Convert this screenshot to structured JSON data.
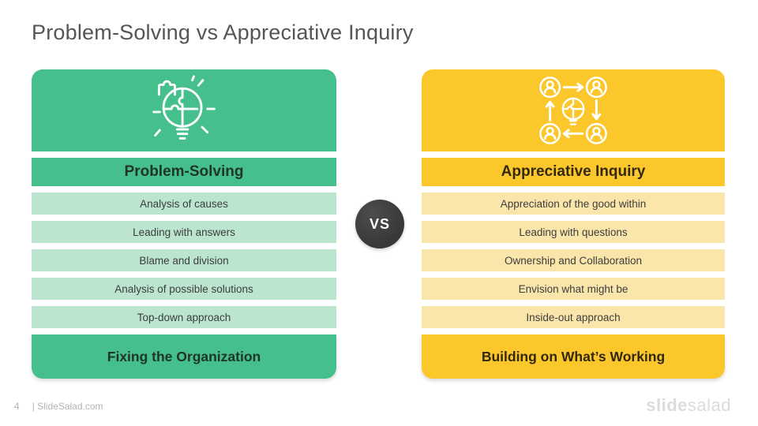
{
  "title": "Problem-Solving vs Appreciative Inquiry",
  "vs": {
    "label": "VS",
    "bg": "#3E3E3E"
  },
  "columns": [
    {
      "id": "problem-solving",
      "icon": "puzzle-lightbulb-icon",
      "header": "Problem-Solving",
      "rows": [
        "Analysis of causes",
        "Leading with answers",
        "Blame and division",
        "Analysis of possible solutions",
        "Top-down approach"
      ],
      "footer": "Fixing the Organization",
      "colors": {
        "main": "#45BF8C",
        "light": "#BBE5CF",
        "text": "#20352A"
      }
    },
    {
      "id": "appreciative-inquiry",
      "icon": "people-cycle-lightbulb-icon",
      "header": "Appreciative Inquiry",
      "rows": [
        "Appreciation of the good within",
        "Leading with questions",
        "Ownership and Collaboration",
        "Envision what might be",
        "Inside-out approach"
      ],
      "footer": "Building on What’s Working",
      "colors": {
        "main": "#FBC72B",
        "light": "#FAE6AA",
        "text": "#33290F"
      }
    }
  ],
  "page_footer": {
    "page_number": "4",
    "site": "| SlideSalad.com"
  },
  "logo": {
    "bold": "slide",
    "regular": "salad"
  }
}
